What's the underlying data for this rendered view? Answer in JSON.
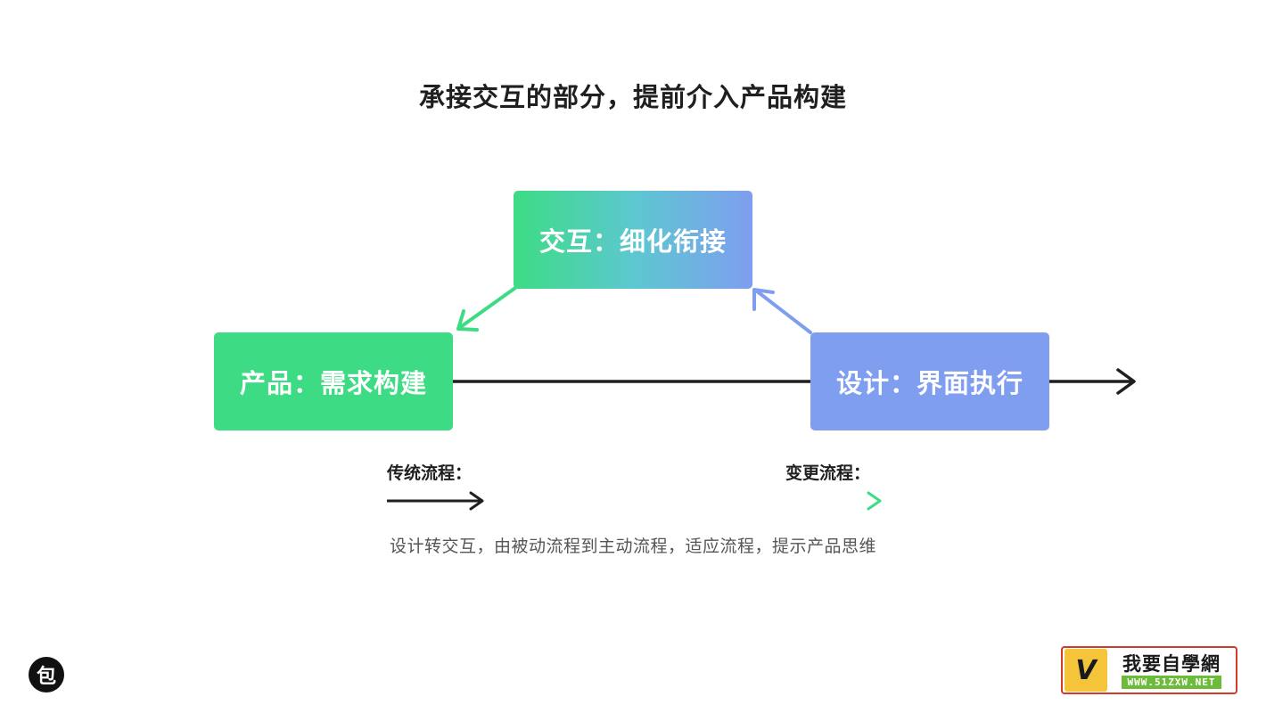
{
  "title": "承接交互的部分，提前介入产品构建",
  "nodes": {
    "interaction": {
      "label": "交互：细化衔接"
    },
    "product": {
      "label": "产品：需求构建"
    },
    "design": {
      "label": "设计：界面执行"
    }
  },
  "legend": {
    "traditional": {
      "label": "传统流程："
    },
    "changed": {
      "label": "变更流程："
    }
  },
  "caption": "设计转交互，由被动流程到主动流程，适应流程，提示产品思维",
  "colors": {
    "green": "#3ddc84",
    "blue": "#7f9ef0",
    "teal": "#5cc8d0",
    "black_arrow": "#1f1f1f",
    "caption_gray": "#555555"
  },
  "corner_logo": {
    "glyph": "包"
  },
  "watermark": {
    "title": "我要自學網",
    "url": "WWW.51ZXW.NET",
    "badge": "V"
  }
}
